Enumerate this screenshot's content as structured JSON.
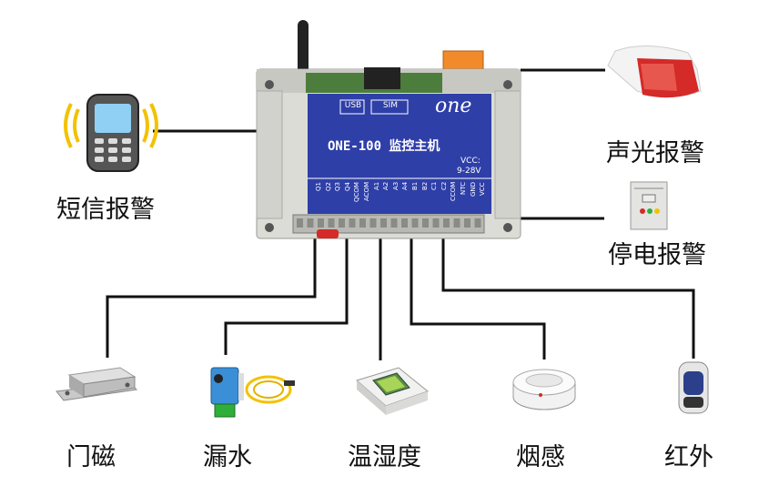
{
  "device": {
    "model": "ONE-100 监控主机",
    "brand": "one",
    "usb": "USB",
    "sim": "SIM",
    "vcc": "VCC:",
    "voltage": "9-28V",
    "terminals": [
      "Q1",
      "Q2",
      "Q3",
      "Q4",
      "QCOM",
      "ACOM",
      "A1",
      "A2",
      "A3",
      "A4",
      "B1",
      "B2",
      "C1",
      "C2",
      "CCOM",
      "NTC",
      "GND",
      "VCC"
    ]
  },
  "nodes": {
    "sms": "短信报警",
    "siren": "声光报警",
    "power": "停电报警",
    "door": "门磁",
    "water": "漏水",
    "temp": "温湿度",
    "smoke": "烟感",
    "ir": "红外"
  },
  "colors": {
    "panel": "#2f3fa8",
    "case": "#dcdcd6",
    "line": "#111111",
    "siren": "#d42a28"
  }
}
